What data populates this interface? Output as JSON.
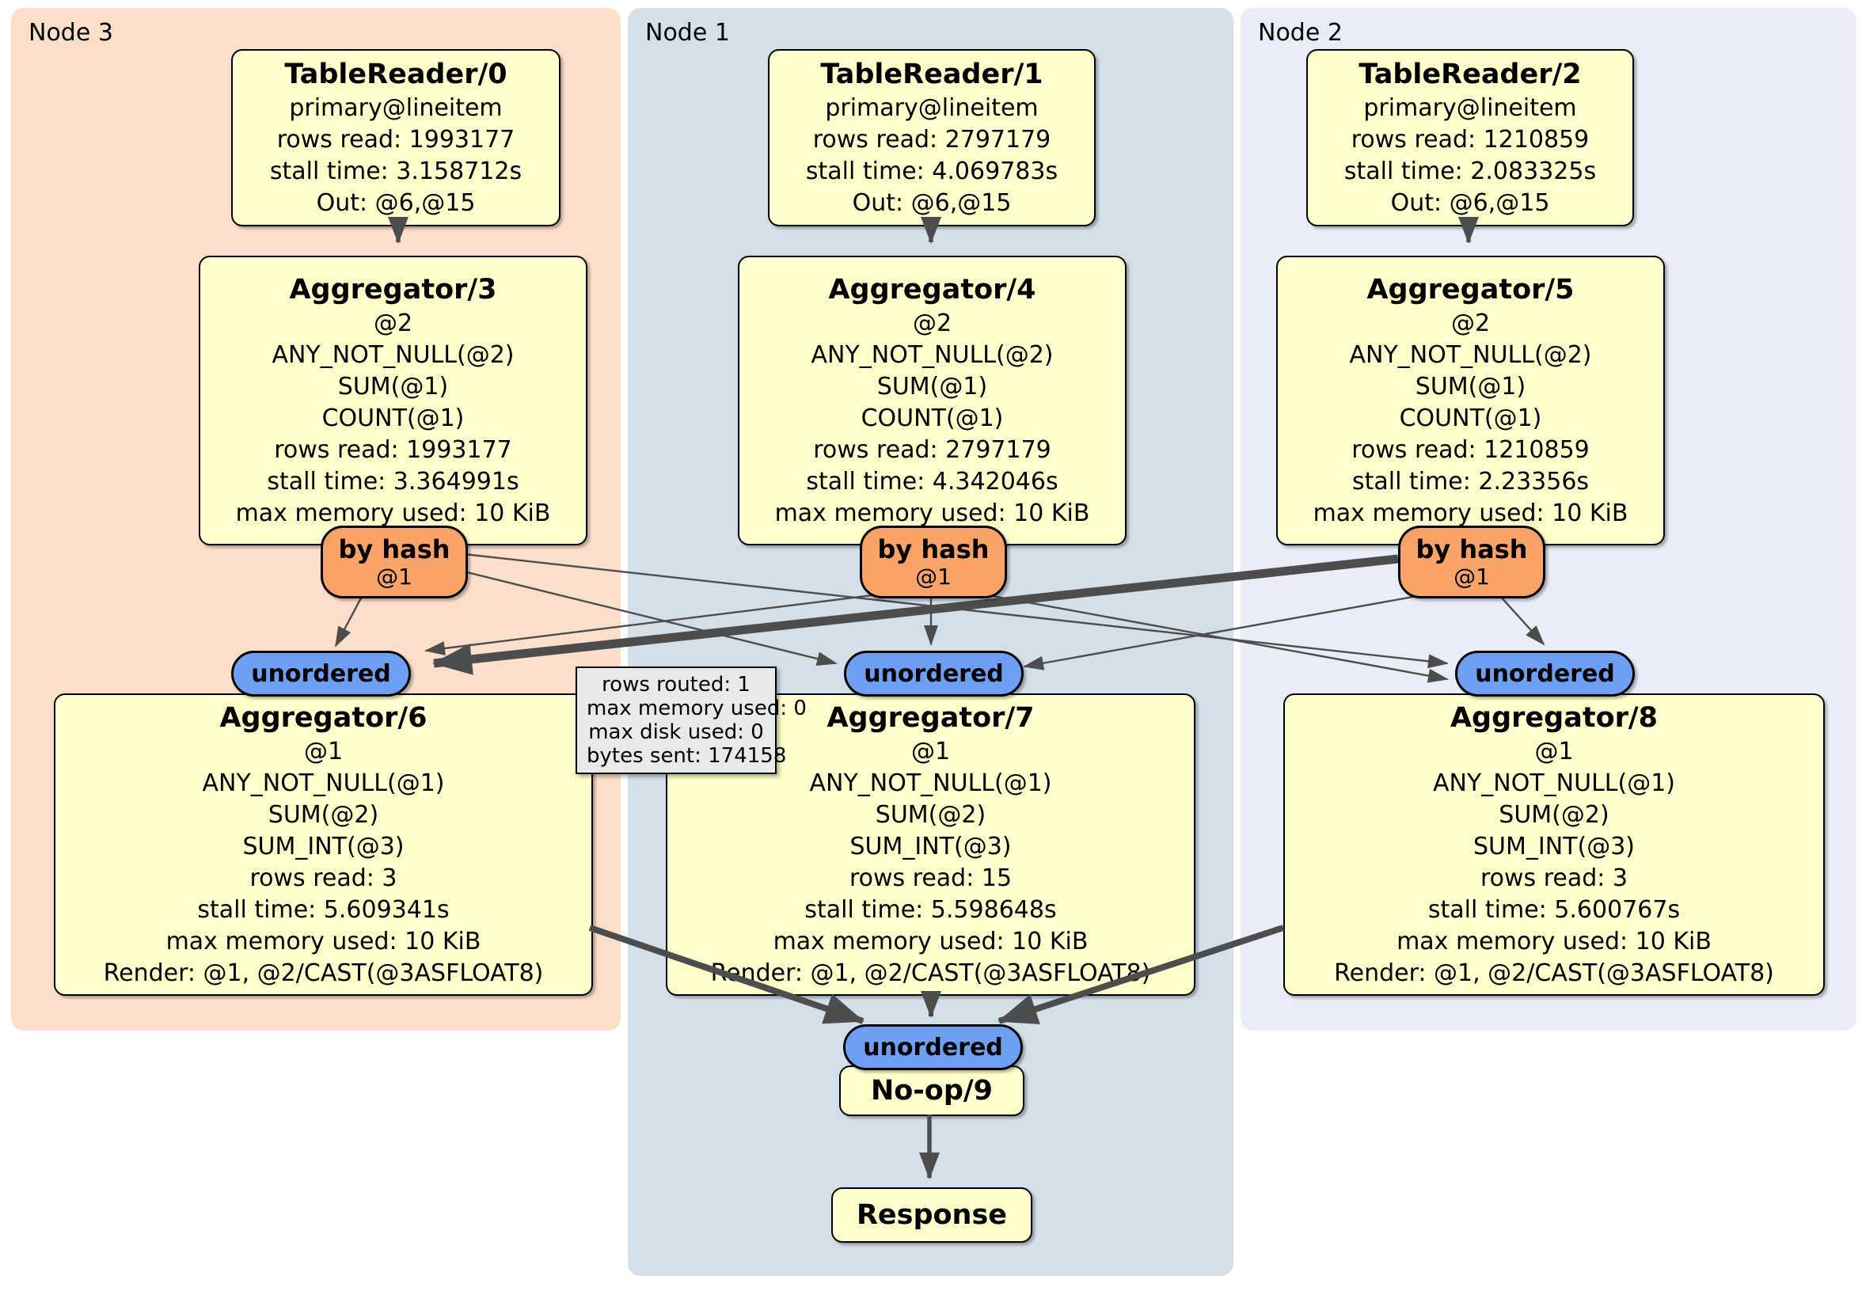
{
  "regions": [
    {
      "label": "Node 3"
    },
    {
      "label": "Node 1"
    },
    {
      "label": "Node 2"
    }
  ],
  "boxes": [
    {
      "title": "TableReader/0",
      "lines": [
        "primary@lineitem",
        "rows read: 1993177",
        "stall time: 3.158712s",
        "Out: @6,@15"
      ]
    },
    {
      "title": "TableReader/1",
      "lines": [
        "primary@lineitem",
        "rows read: 2797179",
        "stall time: 4.069783s",
        "Out: @6,@15"
      ]
    },
    {
      "title": "TableReader/2",
      "lines": [
        "primary@lineitem",
        "rows read: 1210859",
        "stall time: 2.083325s",
        "Out: @6,@15"
      ]
    },
    {
      "title": "Aggregator/3",
      "lines": [
        "@2",
        "ANY_NOT_NULL(@2)",
        "SUM(@1)",
        "COUNT(@1)",
        "rows read: 1993177",
        "stall time: 3.364991s",
        "max memory used: 10 KiB"
      ]
    },
    {
      "title": "Aggregator/4",
      "lines": [
        "@2",
        "ANY_NOT_NULL(@2)",
        "SUM(@1)",
        "COUNT(@1)",
        "rows read: 2797179",
        "stall time: 4.342046s",
        "max memory used: 10 KiB"
      ]
    },
    {
      "title": "Aggregator/5",
      "lines": [
        "@2",
        "ANY_NOT_NULL(@2)",
        "SUM(@1)",
        "COUNT(@1)",
        "rows read: 1210859",
        "stall time: 2.23356s",
        "max memory used: 10 KiB"
      ]
    },
    {
      "title": "Aggregator/6",
      "lines": [
        "@1",
        "ANY_NOT_NULL(@1)",
        "SUM(@2)",
        "SUM_INT(@3)",
        "rows read: 3",
        "stall time: 5.609341s",
        "max memory used: 10 KiB",
        "Render: @1, @2/CAST(@3ASFLOAT8)"
      ]
    },
    {
      "title": "Aggregator/7",
      "lines": [
        "@1",
        "ANY_NOT_NULL(@1)",
        "SUM(@2)",
        "SUM_INT(@3)",
        "rows read: 15",
        "stall time: 5.598648s",
        "max memory used: 10 KiB",
        "Render: @1, @2/CAST(@3ASFLOAT8)"
      ]
    },
    {
      "title": "Aggregator/8",
      "lines": [
        "@1",
        "ANY_NOT_NULL(@1)",
        "SUM(@2)",
        "SUM_INT(@3)",
        "rows read: 3",
        "stall time: 5.600767s",
        "max memory used: 10 KiB",
        "Render: @1, @2/CAST(@3ASFLOAT8)"
      ]
    },
    {
      "title": "No-op/9",
      "lines": []
    },
    {
      "title": "Response",
      "lines": []
    }
  ],
  "routers": [
    {
      "label": "by hash",
      "detail": "@1"
    },
    {
      "label": "by hash",
      "detail": "@1"
    },
    {
      "label": "by hash",
      "detail": "@1"
    }
  ],
  "streams": [
    {
      "label": "unordered"
    },
    {
      "label": "unordered"
    },
    {
      "label": "unordered"
    },
    {
      "label": "unordered"
    }
  ],
  "tooltip": {
    "lines": [
      "rows routed: 1",
      "max memory used: 0",
      "max disk used: 0",
      "bytes sent: 174158"
    ]
  },
  "colors": {
    "node3_bg": "#fcdfca",
    "node1_bg": "#d3e0ea",
    "node2_bg": "#e9edf8",
    "box_fill": "#ffffcc",
    "router_fill": "#f9a368",
    "stream_fill": "#6d9ff2",
    "tooltip_bg": "#e9e9e9",
    "edge": "#4d4d4d"
  }
}
